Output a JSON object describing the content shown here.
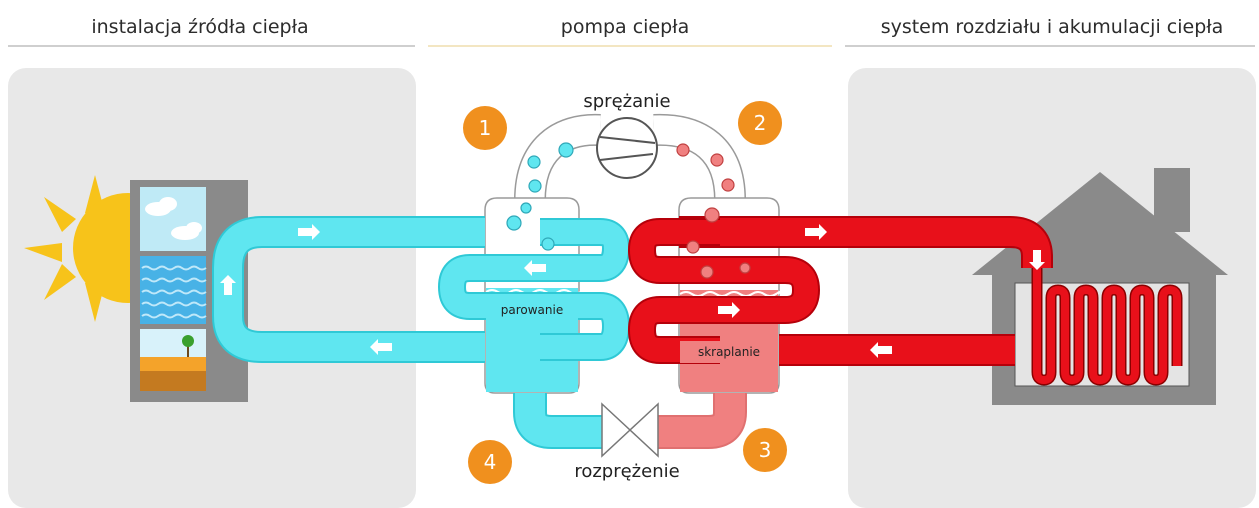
{
  "headers": {
    "left": "instalacja źródła ciepła",
    "middle": "pompa ciepła",
    "right": "system rozdziału i akumulacji ciepła"
  },
  "labels": {
    "compression": "sprężanie",
    "expansion": "rozprężenie",
    "evaporation": "parowanie",
    "condensation": "skraplanie"
  },
  "steps": [
    "1",
    "2",
    "3",
    "4"
  ],
  "colors": {
    "cold": "#5fe6f0",
    "cold_dark": "#2fc9d6",
    "hot": "#e8101a",
    "hot_light": "#f08080",
    "orange": "#f0901e",
    "sun": "#f7c31a",
    "panel": "#e8e8e8",
    "house": "#8a8a8a"
  }
}
